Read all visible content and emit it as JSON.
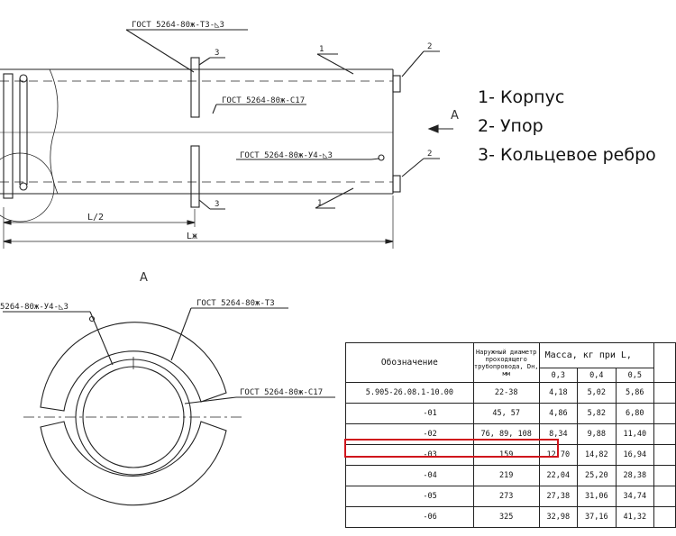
{
  "drawing": {
    "gost_top": "ГОСТ 5264-80ж-Т3-◺3",
    "gost_mid": "ГОСТ 5264-80ж-С17",
    "gost_right": "ГОСТ 5264-80ж-У4-◺3",
    "callout_1": "1",
    "callout_2": "2",
    "callout_3": "3",
    "view_arrow_label": "А",
    "dim_half": "L/2",
    "dim_total": "Lж",
    "section_label": "А",
    "sec_gost_left": "5264-80ж-У4-◺3",
    "sec_gost_top": "ГОСТ 5264-80ж-Т3",
    "sec_gost_right": "ГОСТ 5264-80ж-С17"
  },
  "legend": [
    "1- Корпус",
    "2- Упор",
    "3- Кольцевое ребро"
  ],
  "table": {
    "header_designation": "Обозначение",
    "header_diameter": "Наружный диаметр проходящего трубопровода, Dн, мм",
    "header_mass": "Масса, кг при L,",
    "lengths": [
      "0,3",
      "0,4",
      "0,5"
    ],
    "rows": [
      {
        "designation": "5.905-26.08.1-10.00",
        "diameter": "22-38",
        "m03": "4,18",
        "m04": "5,02",
        "m05": "5,86"
      },
      {
        "designation": "-01",
        "diameter": "45, 57",
        "m03": "4,86",
        "m04": "5,82",
        "m05": "6,80"
      },
      {
        "designation": "-02",
        "diameter": "76, 89, 108",
        "m03": "8,34",
        "m04": "9,88",
        "m05": "11,40"
      },
      {
        "designation": "-03",
        "diameter": "159",
        "m03": "12,70",
        "m04": "14,82",
        "m05": "16,94"
      },
      {
        "designation": "-04",
        "diameter": "219",
        "m03": "22,04",
        "m04": "25,20",
        "m05": "28,38"
      },
      {
        "designation": "-05",
        "diameter": "273",
        "m03": "27,38",
        "m04": "31,06",
        "m05": "34,74"
      },
      {
        "designation": "-06",
        "diameter": "325",
        "m03": "32,98",
        "m04": "37,16",
        "m05": "41,32"
      }
    ],
    "highlight_color": "#d0141c"
  }
}
